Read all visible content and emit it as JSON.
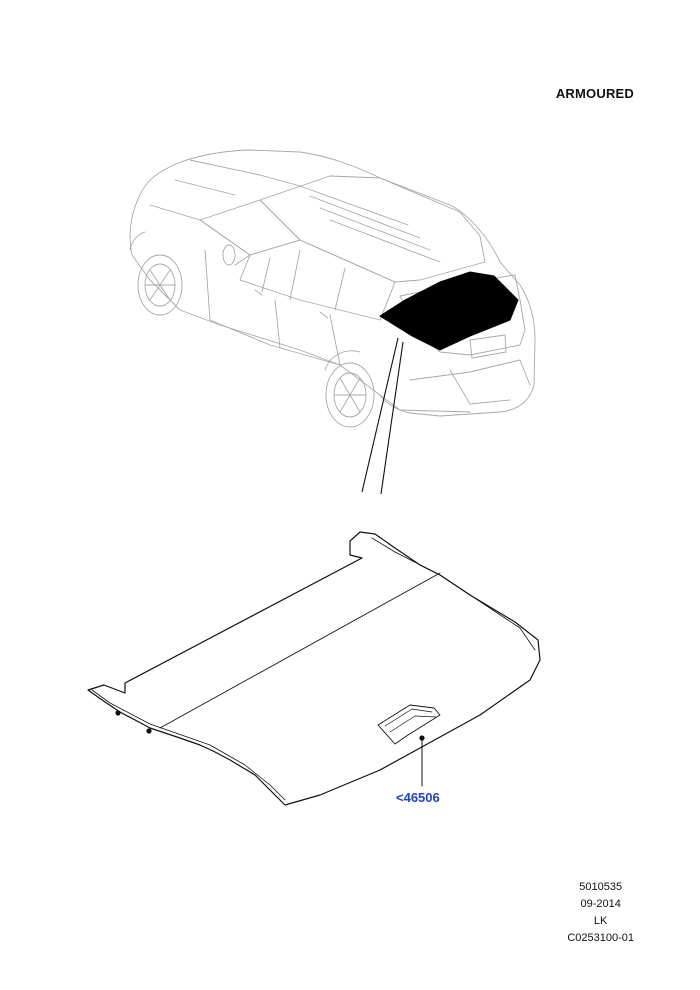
{
  "header": {
    "variant_label": "ARMOURED"
  },
  "callouts": [
    {
      "ref": "<46506",
      "color": "#1f3fd6"
    }
  ],
  "footer": {
    "illustration_no": "5010535",
    "date": "09-2014",
    "code": "LK",
    "drawing_id": "C0253100-01"
  },
  "colors": {
    "line": "#111111",
    "light_line": "#9a9a9a",
    "highlight_fill": "#000000",
    "link": "#1f3fd6"
  }
}
